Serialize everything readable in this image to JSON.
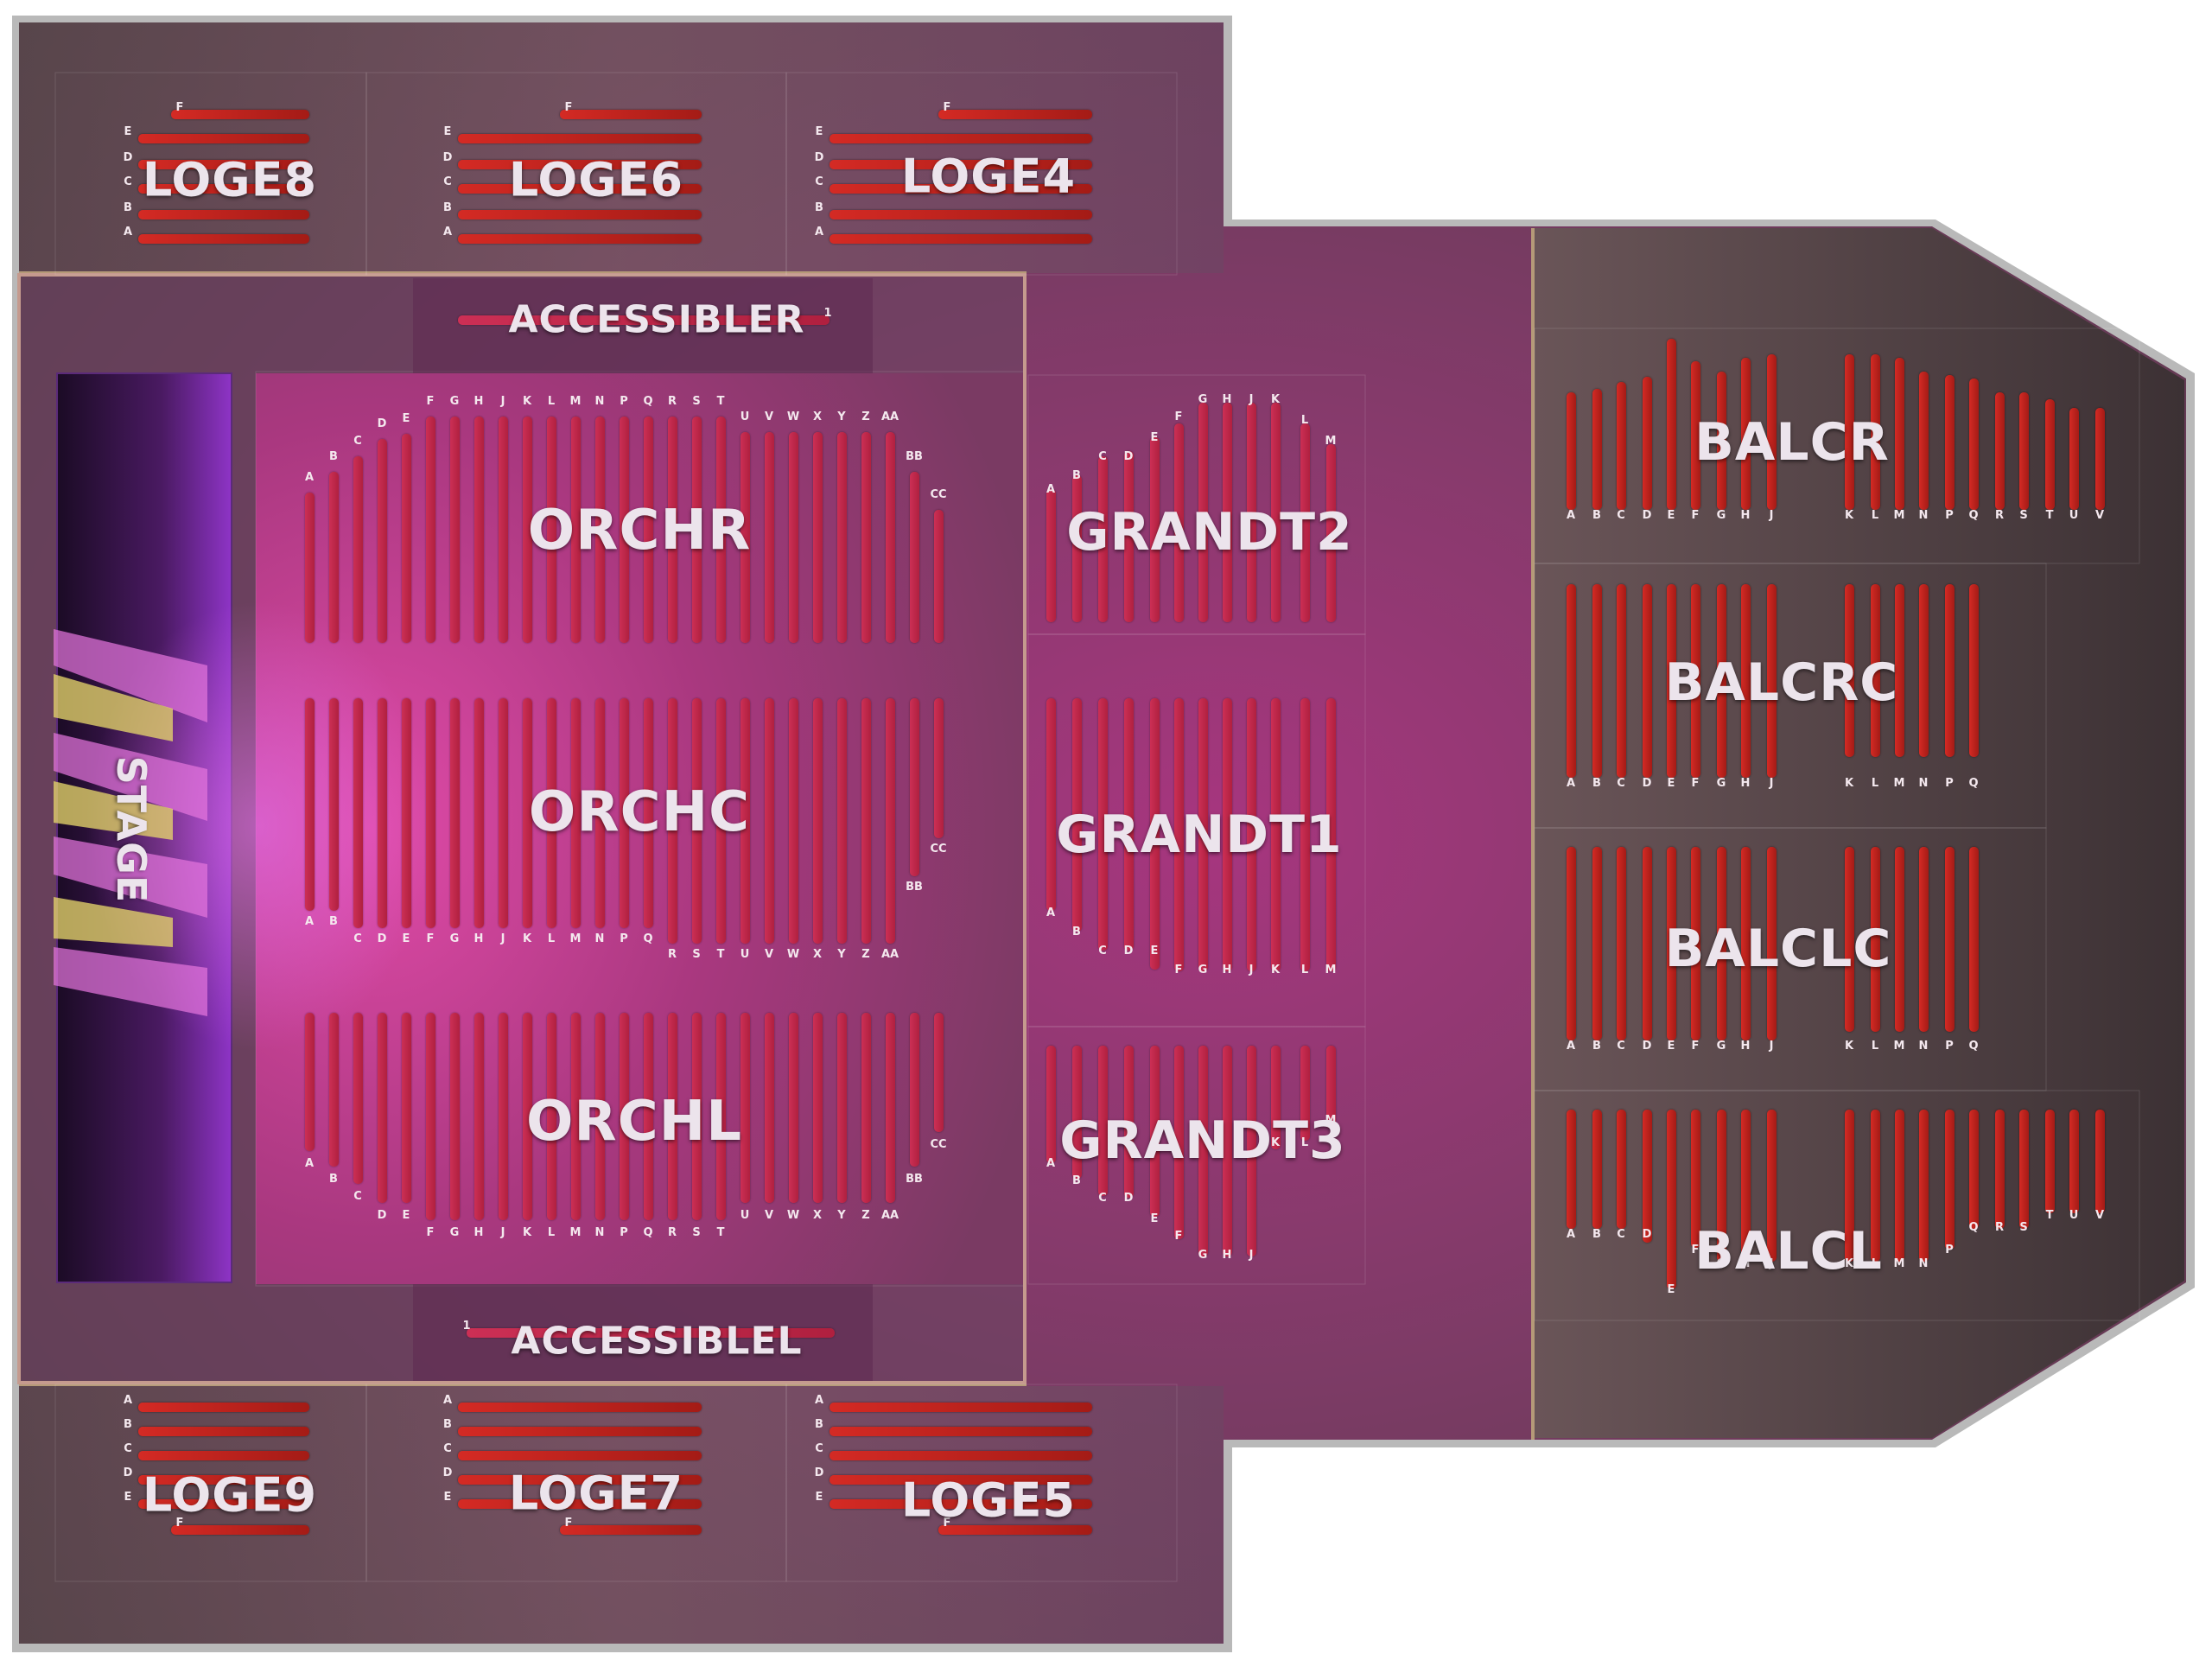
{
  "stage": {
    "label": "STAGE"
  },
  "colors": {
    "background": "#ffffff",
    "venue_outline": "#b9b9b9",
    "venue_floor": "#6c5560",
    "orchestra_glow": "#c53e95",
    "stage_purple": "#8a2fc4",
    "seat_orchestra": "#c8294f",
    "seat_balcony": "#c4261e",
    "section_label": "#ece4ec"
  },
  "sections": [
    {
      "id": "LOGE8",
      "label": "LOGE8",
      "rows": [
        "A",
        "B",
        "C",
        "D",
        "E",
        "F"
      ]
    },
    {
      "id": "LOGE6",
      "label": "LOGE6",
      "rows": [
        "A",
        "B",
        "C",
        "D",
        "E",
        "F"
      ]
    },
    {
      "id": "LOGE4",
      "label": "LOGE4",
      "rows": [
        "A",
        "B",
        "C",
        "D",
        "E",
        "F"
      ]
    },
    {
      "id": "ACCESSIBLER",
      "label": "ACCESSIBLER",
      "rows": [
        "1"
      ]
    },
    {
      "id": "ORCHR",
      "label": "ORCHR",
      "rows": [
        "A",
        "B",
        "C",
        "D",
        "E",
        "F",
        "G",
        "H",
        "J",
        "K",
        "L",
        "M",
        "N",
        "P",
        "Q",
        "R",
        "S",
        "T",
        "U",
        "V",
        "W",
        "X",
        "Y",
        "Z",
        "AA",
        "BB",
        "CC"
      ]
    },
    {
      "id": "ORCHC",
      "label": "ORCHC",
      "rows": [
        "A",
        "B",
        "C",
        "D",
        "E",
        "F",
        "G",
        "H",
        "J",
        "K",
        "L",
        "M",
        "N",
        "P",
        "Q",
        "R",
        "S",
        "T",
        "U",
        "V",
        "W",
        "X",
        "Y",
        "Z",
        "AA",
        "BB",
        "CC"
      ]
    },
    {
      "id": "ORCHL",
      "label": "ORCHL",
      "rows": [
        "A",
        "B",
        "C",
        "D",
        "E",
        "F",
        "G",
        "H",
        "J",
        "K",
        "L",
        "M",
        "N",
        "P",
        "Q",
        "R",
        "S",
        "T",
        "U",
        "V",
        "W",
        "X",
        "Y",
        "Z",
        "AA",
        "BB",
        "CC"
      ]
    },
    {
      "id": "ACCESSIBLEL",
      "label": "ACCESSIBLEL",
      "rows": [
        "1"
      ]
    },
    {
      "id": "GRANDT2",
      "label": "GRANDT2",
      "rows": [
        "A",
        "B",
        "C",
        "D",
        "E",
        "F",
        "G",
        "H",
        "J",
        "K",
        "L",
        "M"
      ]
    },
    {
      "id": "GRANDT1",
      "label": "GRANDT1",
      "rows": [
        "A",
        "B",
        "C",
        "D",
        "E",
        "F",
        "G",
        "H",
        "J",
        "K",
        "L",
        "M"
      ]
    },
    {
      "id": "GRANDT3",
      "label": "GRANDT3",
      "rows": [
        "A",
        "B",
        "C",
        "D",
        "E",
        "F",
        "G",
        "H",
        "J",
        "K",
        "L",
        "M"
      ]
    },
    {
      "id": "BALCR",
      "label": "BALCR",
      "rows": [
        "A",
        "B",
        "C",
        "D",
        "E",
        "F",
        "G",
        "H",
        "J",
        "K",
        "L",
        "M",
        "N",
        "P",
        "Q",
        "R",
        "S",
        "T",
        "U",
        "V"
      ]
    },
    {
      "id": "BALCRC",
      "label": "BALCRC",
      "rows": [
        "A",
        "B",
        "C",
        "D",
        "E",
        "F",
        "G",
        "H",
        "J",
        "K",
        "L",
        "M",
        "N",
        "P",
        "Q"
      ]
    },
    {
      "id": "BALCLC",
      "label": "BALCLC",
      "rows": [
        "A",
        "B",
        "C",
        "D",
        "E",
        "F",
        "G",
        "H",
        "J",
        "K",
        "L",
        "M",
        "N",
        "P",
        "Q"
      ]
    },
    {
      "id": "BALCL",
      "label": "BALCL",
      "rows": [
        "A",
        "B",
        "C",
        "D",
        "E",
        "F",
        "G",
        "H",
        "J",
        "K",
        "L",
        "M",
        "N",
        "P",
        "Q",
        "R",
        "S",
        "T",
        "U",
        "V"
      ]
    },
    {
      "id": "LOGE9",
      "label": "LOGE9",
      "rows": [
        "A",
        "B",
        "C",
        "D",
        "E",
        "F"
      ]
    },
    {
      "id": "LOGE7",
      "label": "LOGE7",
      "rows": [
        "A",
        "B",
        "C",
        "D",
        "E",
        "F"
      ]
    },
    {
      "id": "LOGE5",
      "label": "LOGE5",
      "rows": [
        "A",
        "B",
        "C",
        "D",
        "E",
        "F"
      ]
    }
  ]
}
